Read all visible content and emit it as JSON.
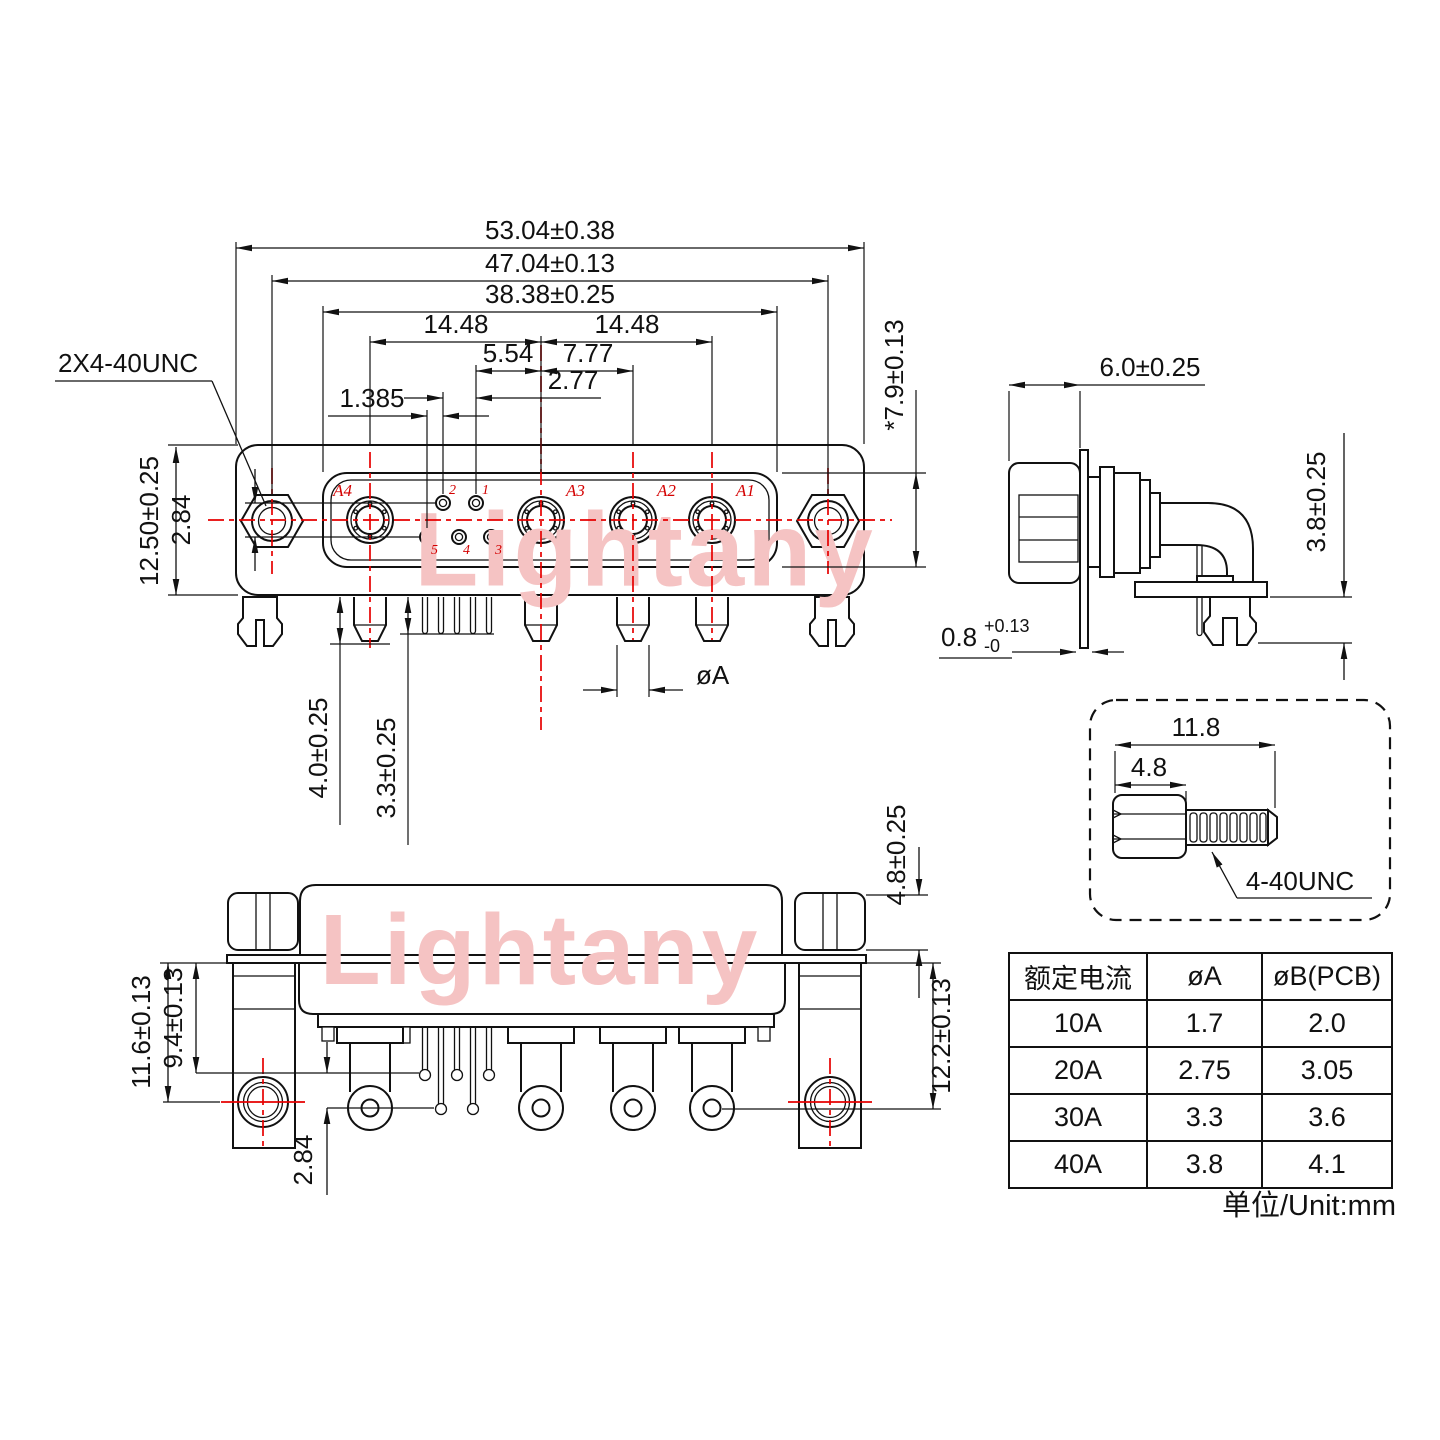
{
  "watermark": "Lightany",
  "note": "单位/Unit:mm",
  "front": {
    "thread": "2X4-40UNC",
    "dims": {
      "w1": "53.04±0.38",
      "w2": "47.04±0.13",
      "w3": "38.38±0.25",
      "p14l": "14.48",
      "p14r": "14.48",
      "p554": "5.54",
      "p777": "7.77",
      "p277": "2.77",
      "p1385": "1.385",
      "h": "12.50±0.25",
      "gap": "2.84",
      "shellh": "*7.9±0.13",
      "pina": "4.0±0.25",
      "pinb": "3.3±0.25",
      "phia": "øA"
    },
    "labels": {
      "a4": "A4",
      "a3": "A3",
      "a2": "A2",
      "a1": "A1",
      "n1": "1",
      "n2": "2",
      "n3": "3",
      "n4": "4",
      "n5": "5"
    }
  },
  "side": {
    "dims": {
      "depth": "6.0±0.25",
      "standoff": "3.8±0.25",
      "flv": "0.8",
      "flp": "+0.13",
      "flm": "-0"
    }
  },
  "screw": {
    "len": "11.8",
    "head": "4.8",
    "thread": "4-40UNC"
  },
  "bottom": {
    "dims": {
      "left_outer": "11.6±0.13",
      "left_inner": "9.4±0.13",
      "right": "12.2±0.13",
      "nut": "4.8±0.25",
      "gap": "2.84"
    }
  },
  "table": {
    "headers": [
      "额定电流",
      "øA",
      "øB(PCB)"
    ],
    "rows": [
      [
        "10A",
        "1.7",
        "2.0"
      ],
      [
        "20A",
        "2.75",
        "3.05"
      ],
      [
        "30A",
        "3.3",
        "3.6"
      ],
      [
        "40A",
        "3.8",
        "4.1"
      ]
    ]
  }
}
